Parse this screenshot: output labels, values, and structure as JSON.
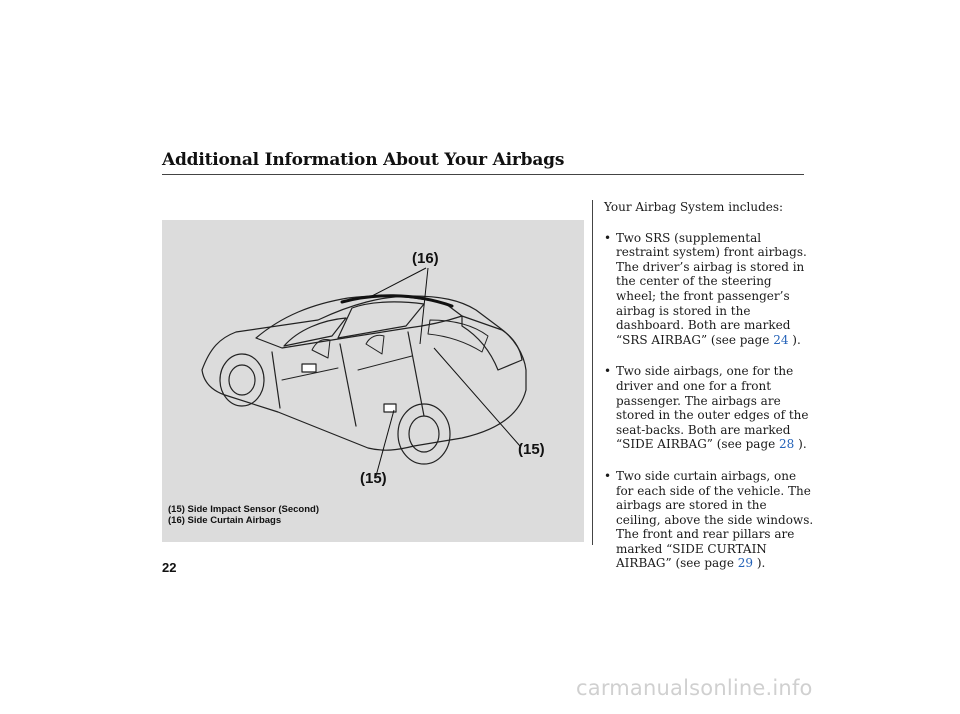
{
  "header": {
    "title": "Additional Information About Your Airbags"
  },
  "figure": {
    "callouts": {
      "curtain_top": "(16)",
      "sensor_right": "(15)",
      "sensor_bottom": "(15)"
    },
    "captions": [
      "(15) Side Impact Sensor (Second)",
      "(16) Side Curtain Airbags"
    ]
  },
  "body": {
    "intro": "Your Airbag System includes:",
    "bullets": [
      {
        "text": "Two SRS (supplemental restraint system) front airbags. The driver’s airbag is stored in the center of the steering wheel; the front passenger’s airbag is stored in the dashboard. Both are marked “SRS AIRBAG” (see page ",
        "link": "24",
        "tail": " )."
      },
      {
        "text": "Two side airbags, one for the driver and one for a front passenger. The airbags are stored in the outer edges of the seat-backs. Both are marked “SIDE AIRBAG” (see page ",
        "link": "28",
        "tail": " )."
      },
      {
        "text": "Two side curtain airbags, one for each side of the vehicle. The airbags are stored in the ceiling, above the side windows. The front and rear pillars are marked “SIDE CURTAIN AIRBAG” (see page ",
        "link": "29",
        "tail": " )."
      }
    ],
    "bullet_symbol": "•"
  },
  "footer": {
    "page_number": "22",
    "watermark": "carmanualsonline.info"
  },
  "colors": {
    "figure_background": "#dcdcdc",
    "link": "#2563b8",
    "watermark": "#d0d0d0"
  }
}
